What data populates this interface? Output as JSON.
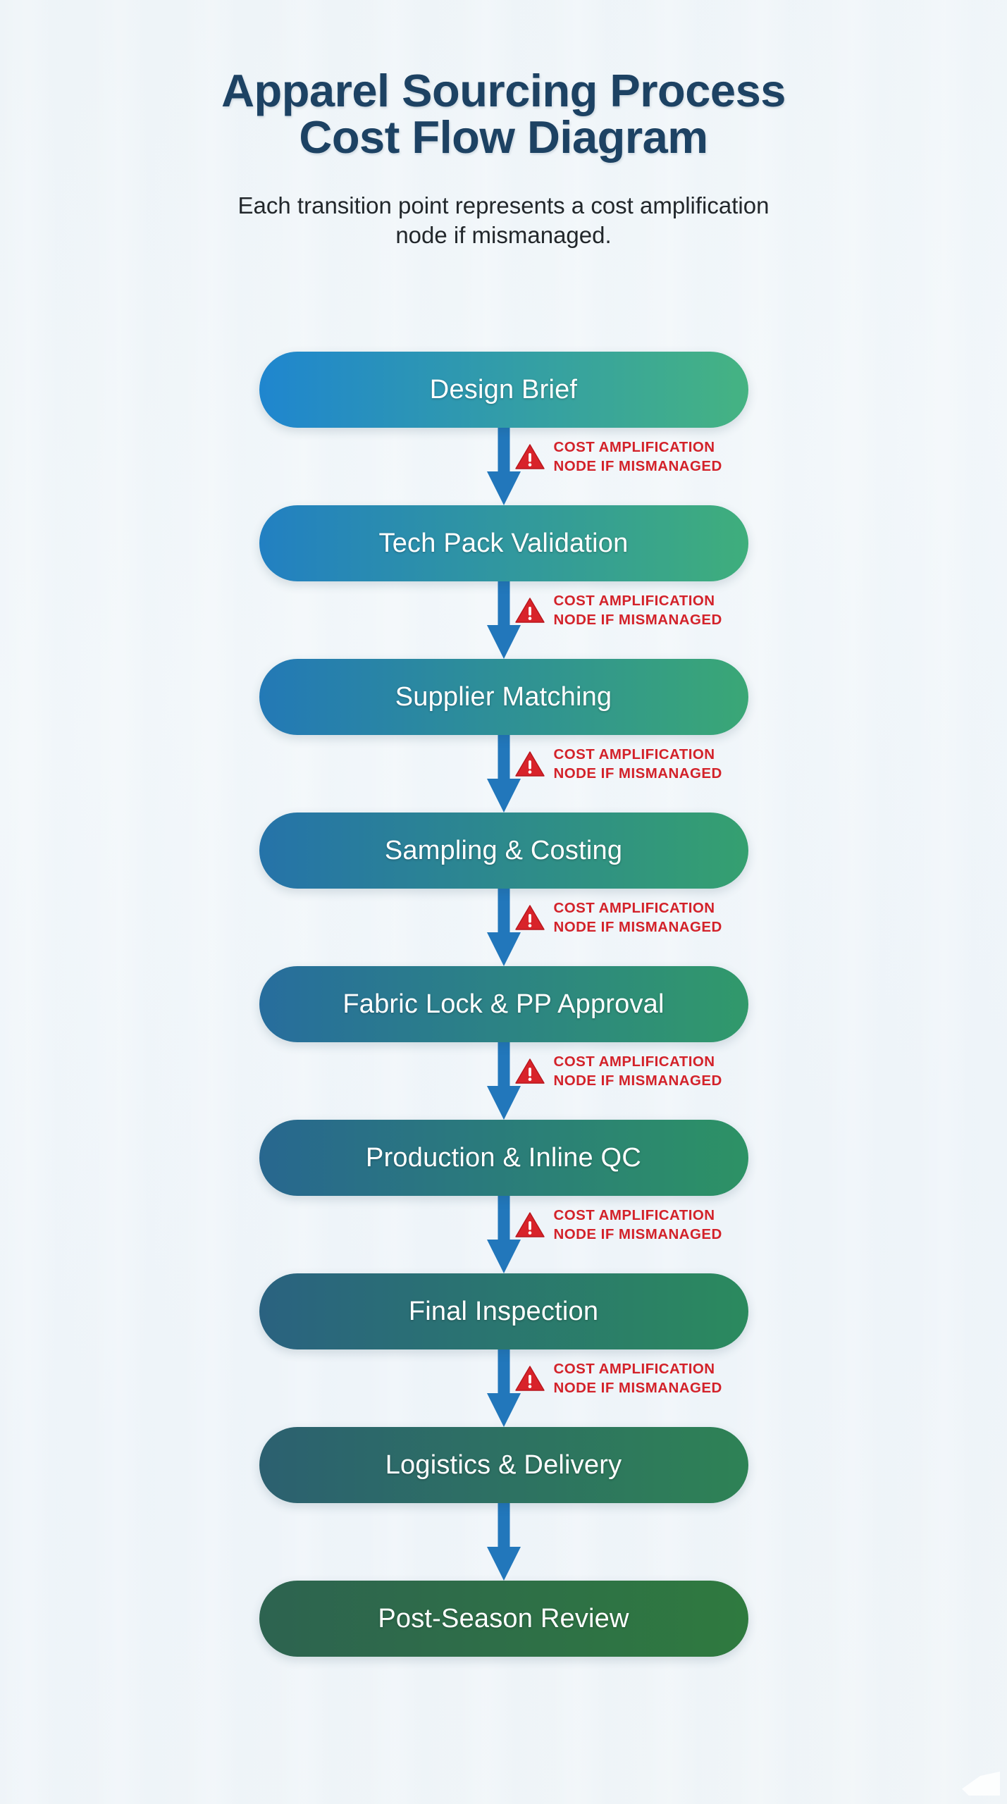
{
  "header": {
    "title_line1": "Apparel Sourcing Process",
    "title_line2": "Cost Flow Diagram",
    "subtitle_line1": "Each transition point represents a cost amplification",
    "subtitle_line2": "node if mismanaged."
  },
  "colors": {
    "background": "#eff5f9",
    "title": "#1d4263",
    "subtitle": "#22272b",
    "arrow": "#2277bb",
    "warning_red": "#d3222a",
    "node_text": "#ffffff"
  },
  "warning": {
    "line1": "COST AMPLIFICATION",
    "line2": "NODE IF MISMANAGED",
    "icon": "warning-triangle-icon"
  },
  "chart_data": {
    "type": "diagram",
    "title": "Apparel Sourcing Process Cost Flow Diagram",
    "subtitle": "Each transition point represents a cost amplification node if mismanaged.",
    "orientation": "vertical",
    "node_count": 9,
    "connector_count": 8,
    "warning_count": 8,
    "nodes": [
      {
        "index": 1,
        "label": "Design Brief",
        "gradient_start": "#1f86cf",
        "gradient_end": "#45b382"
      },
      {
        "index": 2,
        "label": "Tech Pack Validation",
        "gradient_start": "#2280c2",
        "gradient_end": "#3fae7c"
      },
      {
        "index": 3,
        "label": "Supplier Matching",
        "gradient_start": "#2379b6",
        "gradient_end": "#3aa776"
      },
      {
        "index": 4,
        "label": "Sampling & Costing",
        "gradient_start": "#2573a9",
        "gradient_end": "#35a070"
      },
      {
        "index": 5,
        "label": "Fabric Lock & PP Approval",
        "gradient_start": "#276d9d",
        "gradient_end": "#31996b"
      },
      {
        "index": 6,
        "label": "Production & Inline QC",
        "gradient_start": "#28678f",
        "gradient_end": "#2d9265"
      },
      {
        "index": 7,
        "label": "Final Inspection",
        "gradient_start": "#2a6280",
        "gradient_end": "#2b8a5e"
      },
      {
        "index": 8,
        "label": "Logistics & Delivery",
        "gradient_start": "#2c6070",
        "gradient_end": "#2e8255"
      },
      {
        "index": 9,
        "label": "Post-Season Review",
        "gradient_start": "#2d6350",
        "gradient_end": "#2f7a3f"
      }
    ],
    "connectors": [
      {
        "from": "Design Brief",
        "to": "Tech Pack Validation",
        "has_warning": true
      },
      {
        "from": "Tech Pack Validation",
        "to": "Supplier Matching",
        "has_warning": true
      },
      {
        "from": "Supplier Matching",
        "to": "Sampling & Costing",
        "has_warning": true
      },
      {
        "from": "Sampling & Costing",
        "to": "Fabric Lock & PP Approval",
        "has_warning": true
      },
      {
        "from": "Fabric Lock & PP Approval",
        "to": "Production & Inline QC",
        "has_warning": true
      },
      {
        "from": "Production & Inline QC",
        "to": "Final Inspection",
        "has_warning": true
      },
      {
        "from": "Final Inspection",
        "to": "Logistics & Delivery",
        "has_warning": true
      },
      {
        "from": "Logistics & Delivery",
        "to": "Post-Season Review",
        "has_warning": false
      }
    ]
  }
}
